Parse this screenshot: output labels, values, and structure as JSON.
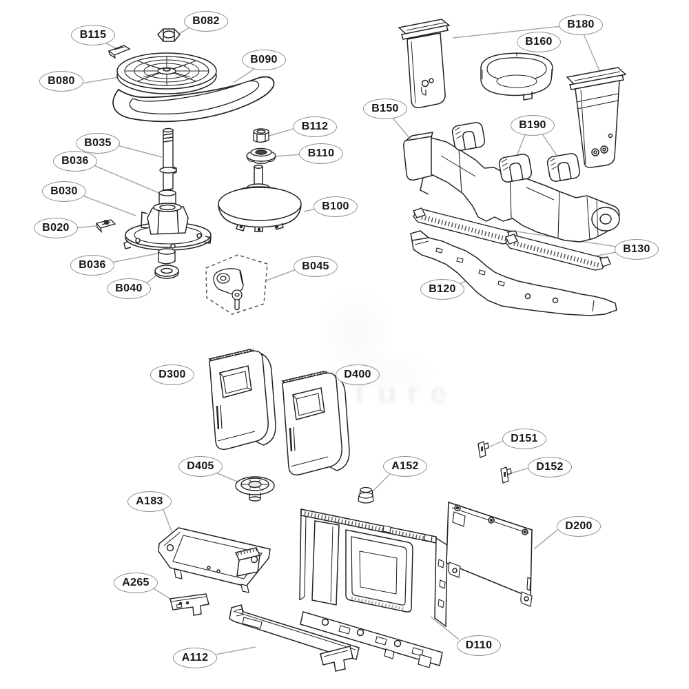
{
  "diagram": {
    "kind": "exploded-parts-diagram",
    "background_color": "#ffffff",
    "line_color": "#242424",
    "label_border_color": "#8f8f8f",
    "leader_line_color": "#a9a9a9",
    "watermark": {
      "text": "aTure"
    }
  },
  "labels": [
    {
      "id": "B115",
      "text": "B115"
    },
    {
      "id": "B082",
      "text": "B082"
    },
    {
      "id": "B090",
      "text": "B090"
    },
    {
      "id": "B080",
      "text": "B080"
    },
    {
      "id": "B035",
      "text": "B035"
    },
    {
      "id": "B036",
      "text": "B036"
    },
    {
      "id": "B030",
      "text": "B030"
    },
    {
      "id": "B020",
      "text": "B020"
    },
    {
      "id": "B036-2",
      "text": "B036"
    },
    {
      "id": "B040",
      "text": "B040"
    },
    {
      "id": "B112",
      "text": "B112"
    },
    {
      "id": "B110",
      "text": "B110"
    },
    {
      "id": "B100",
      "text": "B100"
    },
    {
      "id": "B045",
      "text": "B045"
    },
    {
      "id": "B150",
      "text": "B150"
    },
    {
      "id": "B160",
      "text": "B160"
    },
    {
      "id": "B180",
      "text": "B180"
    },
    {
      "id": "B190",
      "text": "B190"
    },
    {
      "id": "B130",
      "text": "B130"
    },
    {
      "id": "B120",
      "text": "B120"
    },
    {
      "id": "D300",
      "text": "D300"
    },
    {
      "id": "D400",
      "text": "D400"
    },
    {
      "id": "D405",
      "text": "D405"
    },
    {
      "id": "A152",
      "text": "A152"
    },
    {
      "id": "D151",
      "text": "D151"
    },
    {
      "id": "D152",
      "text": "D152"
    },
    {
      "id": "A183",
      "text": "A183"
    },
    {
      "id": "A265",
      "text": "A265"
    },
    {
      "id": "D200",
      "text": "D200"
    },
    {
      "id": "D110",
      "text": "D110"
    },
    {
      "id": "A112",
      "text": "A112"
    }
  ]
}
